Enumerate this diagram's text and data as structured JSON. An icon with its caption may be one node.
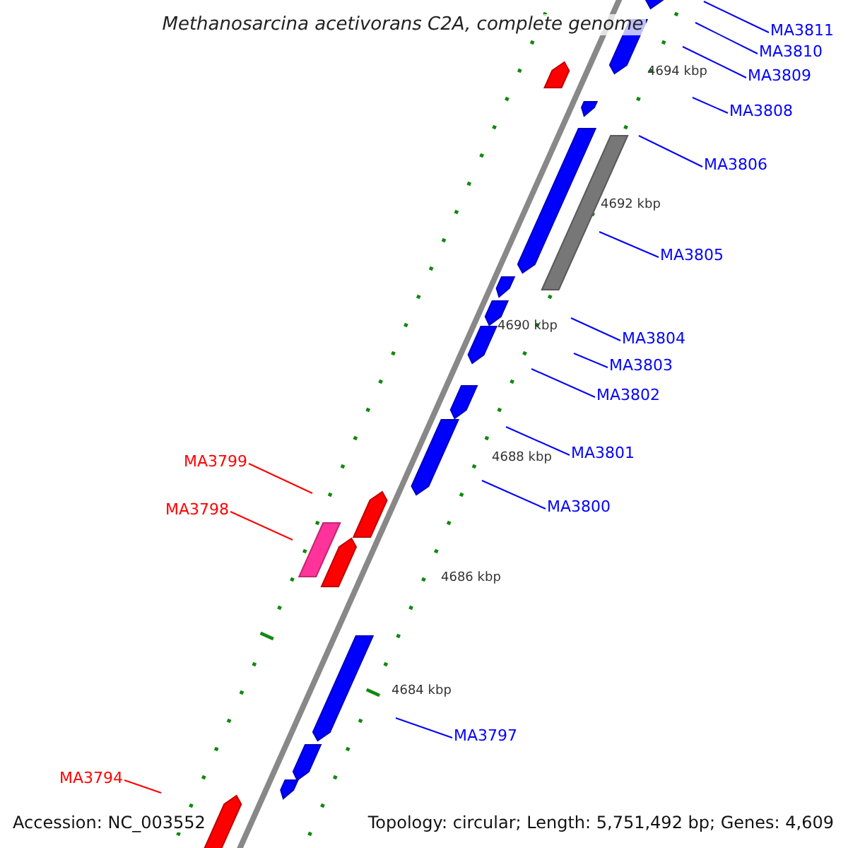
{
  "diagram": {
    "title": "Methanosarcina acetivorans C2A, complete genome",
    "nodes": [
      {
        "text": [
          "MA3811"
        ]
      },
      {
        "text": [
          "MA3810"
        ]
      },
      {
        "text": [
          "MA3809"
        ]
      },
      {
        "text": [
          "MA3808"
        ]
      },
      {
        "text": [
          "MA3806"
        ]
      },
      {
        "text": [
          "MA3805"
        ]
      },
      {
        "text": [
          "MA3804"
        ]
      },
      {
        "text": [
          "MA3803"
        ]
      },
      {
        "text": [
          "MA3802"
        ]
      },
      {
        "text": [
          "MA3801"
        ]
      },
      {
        "text": [
          "MA3799"
        ]
      },
      {
        "text": [
          "MA3800"
        ]
      },
      {
        "text": [
          "MA3798"
        ]
      },
      {
        "text": [
          "MA3797"
        ]
      },
      {
        "text": [
          "MA3794"
        ]
      }
    ],
    "edges": [
      {
        "from": 0,
        "to": null,
        "arrow": "none"
      },
      {
        "from": 1,
        "to": null,
        "arrow": "none"
      },
      {
        "from": 2,
        "to": null,
        "arrow": "none"
      },
      {
        "from": 3,
        "to": null,
        "arrow": "none"
      },
      {
        "from": 4,
        "to": null,
        "arrow": "none"
      },
      {
        "from": 5,
        "to": null,
        "arrow": "none"
      },
      {
        "from": 6,
        "to": null,
        "arrow": "none"
      },
      {
        "from": 7,
        "to": null,
        "arrow": "none"
      },
      {
        "from": 8,
        "to": null,
        "arrow": "none"
      },
      {
        "from": 9,
        "to": null,
        "arrow": "none"
      },
      {
        "from": 10,
        "to": null,
        "arrow": "none",
        "color": "#ff0000"
      },
      {
        "from": 11,
        "to": null,
        "arrow": "none"
      },
      {
        "from": 12,
        "to": null,
        "arrow": "none",
        "color": "#ff0000"
      },
      {
        "from": 13,
        "to": null,
        "arrow": "none"
      },
      {
        "from": 14,
        "to": null,
        "arrow": "none",
        "color": "#ff0000"
      }
    ],
    "labels": [
      "4694 kbp",
      "4692 kbp",
      "4690 kbp",
      "4688 kbp",
      "4686 kbp",
      "4684 kbp",
      "Accession: NC_003552",
      "Topology: circular; Length: 5,751,492 bp; Genes: 4,609"
    ]
  }
}
